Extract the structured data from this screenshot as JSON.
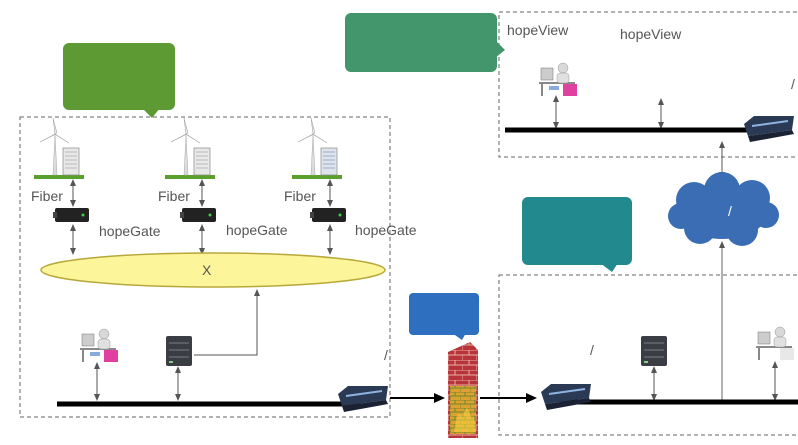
{
  "labels": {
    "fiber": "Fiber",
    "gateway": "hopeGate",
    "viewer": "hopeView",
    "bus": "X",
    "slash": "/"
  },
  "colors": {
    "callout_green": "#5e9a34",
    "callout_teal_green": "#43956b",
    "callout_teal": "#22898f",
    "callout_blue": "#2f6fbf",
    "cloud_blue": "#3a6db3",
    "ellipse_fill": "#fdf59a",
    "ellipse_stroke": "#b8a83a",
    "firewall_red": "#b8343a",
    "dashed_border": "#666666"
  },
  "icons": [
    "wind-turbine-icon",
    "router-icon",
    "server-icon",
    "operator-workstation-icon",
    "firewall-icon",
    "cloud-icon"
  ]
}
